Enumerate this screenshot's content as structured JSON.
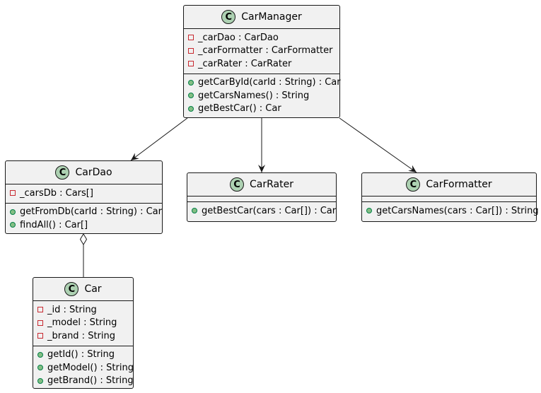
{
  "classes": {
    "carmanager": {
      "name": "CarManager",
      "fields": [
        "_carDao : CarDao",
        "_carFormatter : CarFormatter",
        "_carRater : CarRater"
      ],
      "methods": [
        "getCarById(carId : String) : Car",
        "getCarsNames() : String",
        "getBestCar() : Car"
      ]
    },
    "cardao": {
      "name": "CarDao",
      "fields": [
        "_carsDb : Cars[]"
      ],
      "methods": [
        "getFromDb(carId : String) : Car",
        "findAll() : Car[]"
      ]
    },
    "carrater": {
      "name": "CarRater",
      "fields": [],
      "methods": [
        "getBestCar(cars : Car[]) : Car"
      ]
    },
    "carformatter": {
      "name": "CarFormatter",
      "fields": [],
      "methods": [
        "getCarsNames(cars : Car[]) : String"
      ]
    },
    "car": {
      "name": "Car",
      "fields": [
        "_id : String",
        "_model : String",
        "_brand : String"
      ],
      "methods": [
        "getId() : String",
        "getModel() : String",
        "getBrand() : String"
      ]
    }
  },
  "class_icon_letter": "C",
  "relations": [
    {
      "from": "CarManager",
      "to": "CarDao",
      "type": "association"
    },
    {
      "from": "CarManager",
      "to": "CarRater",
      "type": "association"
    },
    {
      "from": "CarManager",
      "to": "CarFormatter",
      "type": "association"
    },
    {
      "from": "CarDao",
      "to": "Car",
      "type": "aggregation"
    }
  ],
  "colors": {
    "class_fill": "#f1f1f1",
    "border": "#181818",
    "class_icon": "#add1b2",
    "private_marker": "#c82930",
    "public_marker": "#84be84"
  }
}
